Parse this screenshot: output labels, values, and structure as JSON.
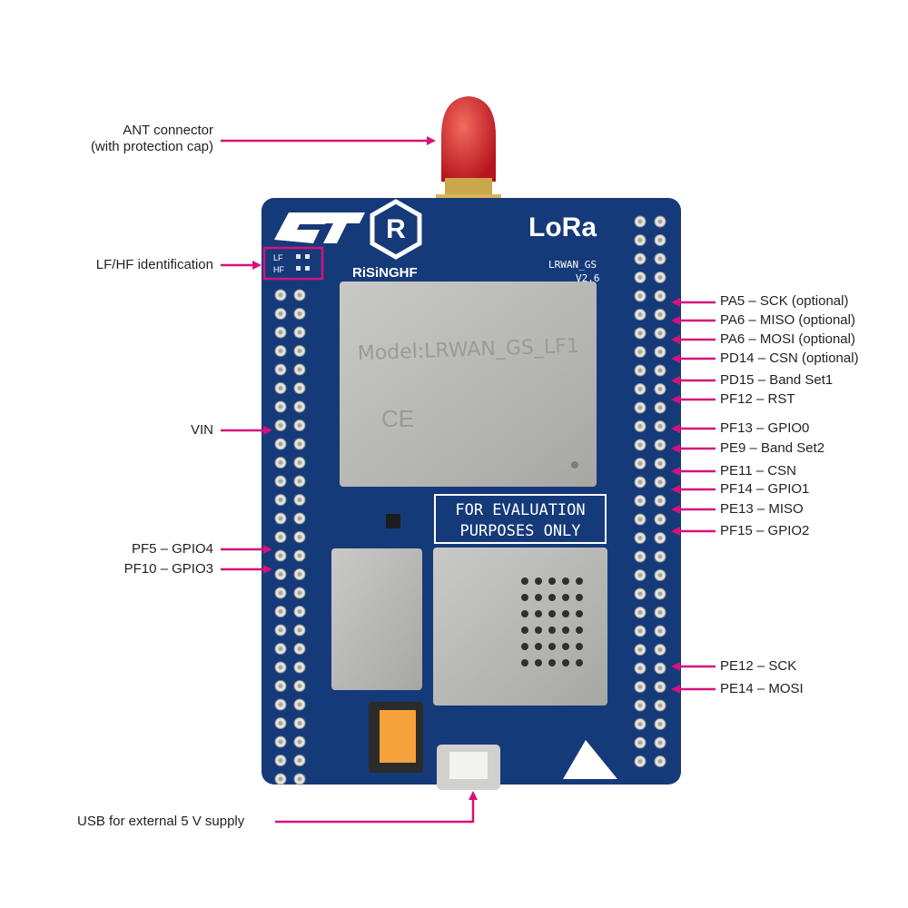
{
  "colors": {
    "callout": "#d6117d",
    "board": "#153a7a",
    "board_dark": "#0e2b5e",
    "shield": "#b8b8b4",
    "text": "#231f20"
  },
  "board": {
    "st_logo": "ST",
    "brand": "RiSiNGHF",
    "lora": "LoRa",
    "model_name": "LRWAN_GS",
    "version": "V2.6",
    "module_text": "Model:LRWAN_GS_LF1",
    "ce_mark": "CE",
    "eval_line1": "FOR EVALUATION",
    "eval_line2": "PURPOSES ONLY",
    "lf": "LF",
    "hf": "HF"
  },
  "labels_left": {
    "ant_line1": "ANT connector",
    "ant_line2": "(with protection cap)",
    "lfhf": "LF/HF identification",
    "vin": "VIN",
    "pf5": "PF5 – GPIO4",
    "pf10": "PF10 – GPIO3",
    "usb": "USB for external 5 V supply"
  },
  "labels_right": [
    "PA5 – SCK (optional)",
    "PA6 – MISO (optional)",
    "PA6 – MOSI (optional)",
    "PD14 – CSN (optional)",
    "PD15 – Band Set1",
    "PF12 – RST",
    "PF13 – GPIO0",
    "PE9 – Band Set2",
    "PE11 – CSN",
    "PF14 – GPIO1",
    "PE13 – MISO",
    "PF15 – GPIO2",
    "PE12 – SCK",
    "PE14 – MOSI"
  ]
}
